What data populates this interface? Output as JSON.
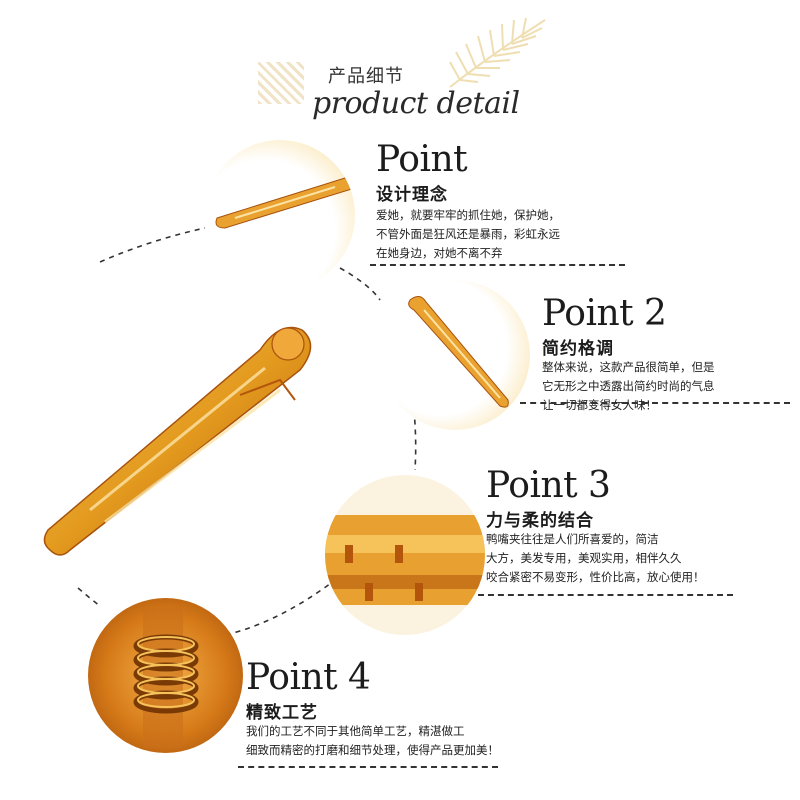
{
  "header": {
    "title_cn": "产品细节",
    "title_en": "product detail"
  },
  "points": [
    {
      "title": "Point",
      "subtitle": "设计理念",
      "lines": [
        "爱她，就要牢牢的抓住她，保护她，",
        "不管外面是狂风还是暴雨，彩虹永远",
        "在她身边，对她不离不弃"
      ]
    },
    {
      "title": "Point 2",
      "subtitle": "简约格调",
      "lines": [
        "整体来说，这款产品很简单，但是",
        "它无形之中透露出简约时尚的气息",
        "让一切都变得女人味！"
      ]
    },
    {
      "title": "Point 3",
      "subtitle": "力与柔的结合",
      "lines": [
        "鸭嘴夹往往是人们所喜爱的，简洁",
        "大方，美发专用，美观实用，相伴久久",
        "咬合紧密不易变形，性价比高，放心使用！"
      ]
    },
    {
      "title": "Point 4",
      "subtitle": "精致工艺",
      "lines": [
        "我们的工艺不同于其他简单工艺，精湛做工",
        "细致而精密的打磨和细节处理，使得产品更加美！"
      ]
    }
  ],
  "colors": {
    "amber": "#e39a1e",
    "amber_dark": "#b3560c",
    "amber_light": "#f6c25a",
    "leaf": "#efd9a6"
  }
}
